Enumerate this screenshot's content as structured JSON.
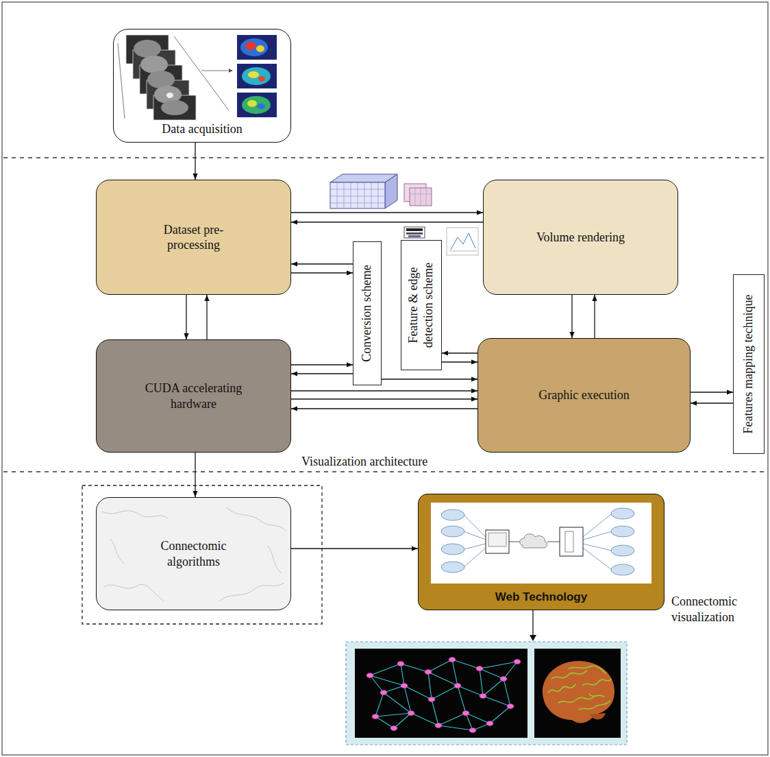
{
  "diagram": {
    "nodes": [
      {
        "text": [
          "Data acquisition"
        ]
      },
      {
        "text": [
          "Dataset pre-processing"
        ]
      },
      {
        "text": [
          "Volume rendering"
        ]
      },
      {
        "text": [
          "Conversion scheme"
        ]
      },
      {
        "text": [
          "Feature & edge detection scheme"
        ]
      },
      {
        "text": [
          "CUDA accelerating hardware"
        ]
      },
      {
        "text": [
          "Graphic execution"
        ]
      },
      {
        "text": [
          "Features mapping technique"
        ]
      },
      {
        "text": [
          "Connectomic algorithms"
        ]
      },
      {
        "text": [
          "Web Technology"
        ]
      }
    ],
    "edges": [
      {
        "from": 0,
        "to": 1,
        "arrow": "to"
      },
      {
        "from": 1,
        "to": 2,
        "arrow": "to"
      },
      {
        "from": 2,
        "to": 1,
        "arrow": "to"
      },
      {
        "from": 1,
        "to": 5,
        "arrow": "to"
      },
      {
        "from": 5,
        "to": 1,
        "arrow": "to"
      },
      {
        "from": 2,
        "to": 6,
        "arrow": "to"
      },
      {
        "from": 6,
        "to": 2,
        "arrow": "to"
      },
      {
        "from": 3,
        "to": 1,
        "arrow": "to"
      },
      {
        "from": 1,
        "to": 3,
        "arrow": "to"
      },
      {
        "from": 5,
        "to": 3,
        "arrow": "to"
      },
      {
        "from": 3,
        "to": 5,
        "arrow": "to"
      },
      {
        "from": 6,
        "to": 4,
        "arrow": "to"
      },
      {
        "from": 4,
        "to": 6,
        "arrow": "to"
      },
      {
        "from": 3,
        "to": 6,
        "arrow": "to"
      },
      {
        "from": 5,
        "to": 6,
        "arrow": "to"
      },
      {
        "from": 5,
        "to": 6,
        "arrow": "to"
      },
      {
        "from": 6,
        "to": 5,
        "arrow": "to"
      },
      {
        "from": 6,
        "to": 7,
        "arrow": "to"
      },
      {
        "from": 7,
        "to": 6,
        "arrow": "to"
      },
      {
        "from": 5,
        "to": 8,
        "arrow": "to"
      },
      {
        "from": 8,
        "to": 9,
        "arrow": "to"
      }
    ],
    "labels": [
      "Visualization architecture",
      "Connectomic visualization"
    ]
  }
}
